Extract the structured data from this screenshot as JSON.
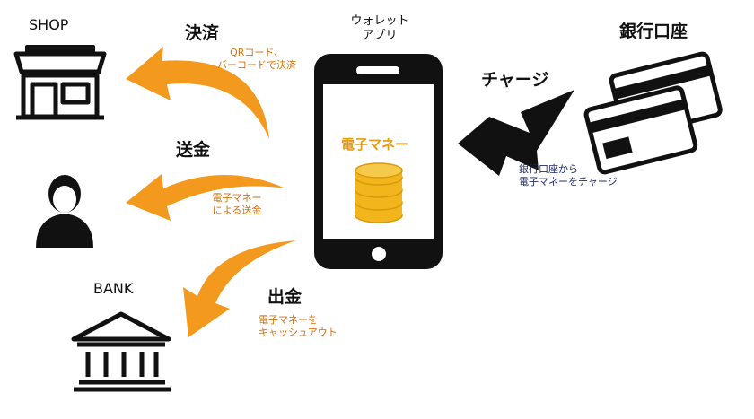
{
  "labels": {
    "shop": "SHOP",
    "bank": "BANK",
    "bank_account": "銀行口座",
    "wallet_app_line1": "ウォレット",
    "wallet_app_line2": "アプリ",
    "e_money": "電子マネー",
    "payment": "決済",
    "payment_desc_line1": "QRコード、",
    "payment_desc_line2": "バーコードで決済",
    "transfer": "送金",
    "transfer_desc_line1": "電子マネー",
    "transfer_desc_line2": "による送金",
    "withdrawal": "出金",
    "withdrawal_desc_line1": "電子マネーを",
    "withdrawal_desc_line2": "キャッシュアウト",
    "charge": "チャージ",
    "charge_desc_line1": "銀行口座から",
    "charge_desc_line2": "電子マネーをチャージ"
  },
  "colors": {
    "arrow_orange": "#f39a1e",
    "coin_gold": "#f2b51c",
    "emoney_text": "#e89a12",
    "desc_orange": "#d4720e",
    "desc_navy": "#1f2a6b"
  },
  "icons": [
    "shop-icon",
    "person-icon",
    "bank-icon",
    "smartphone-icon",
    "coins-icon",
    "bank-cards-icon"
  ]
}
